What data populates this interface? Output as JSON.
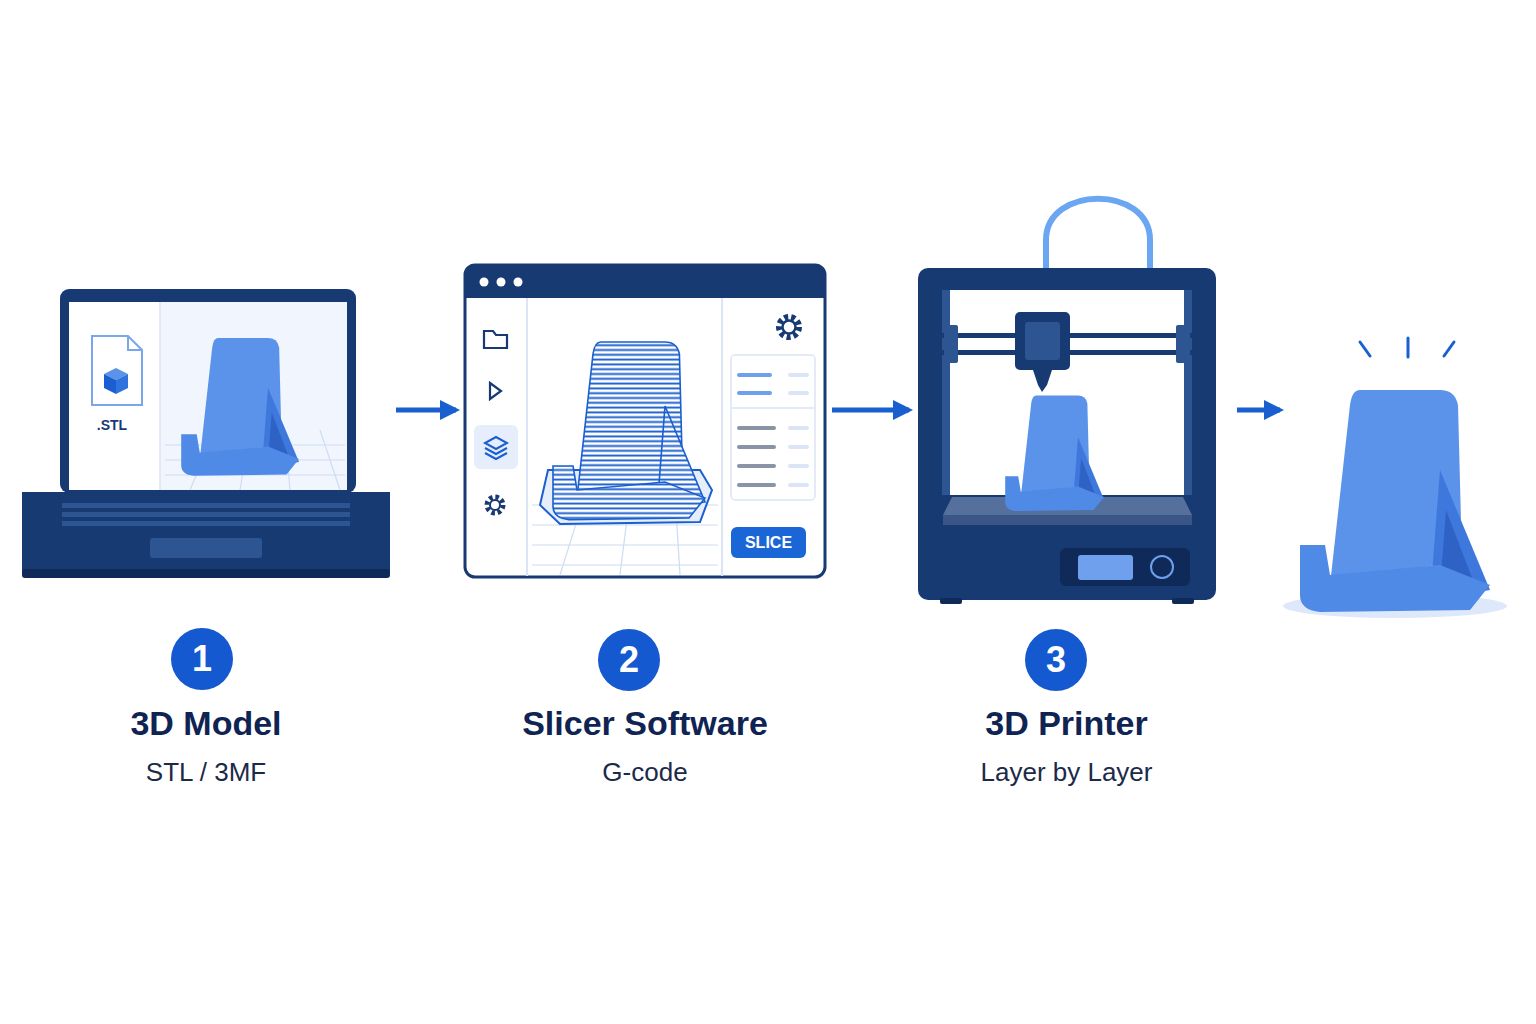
{
  "diagram": {
    "nodes": [
      {
        "text": [
          "3D Model",
          "STL / 3MF"
        ]
      },
      {
        "text": [
          ".STL"
        ],
        "in": 0
      },
      {
        "text": [
          "1"
        ],
        "in": 0
      },
      {
        "text": [
          "Slicer Software",
          "G-code"
        ]
      },
      {
        "text": [
          "SLICE"
        ],
        "in": 3
      },
      {
        "text": [
          "2"
        ],
        "in": 3
      },
      {
        "text": [
          "3D Printer",
          "Layer by Layer"
        ]
      },
      {
        "text": [
          "3"
        ],
        "in": 6
      }
    ],
    "edges": [
      {
        "from": 0,
        "to": 3,
        "arrow": "to"
      },
      {
        "from": 3,
        "to": 6,
        "arrow": "to"
      }
    ]
  }
}
